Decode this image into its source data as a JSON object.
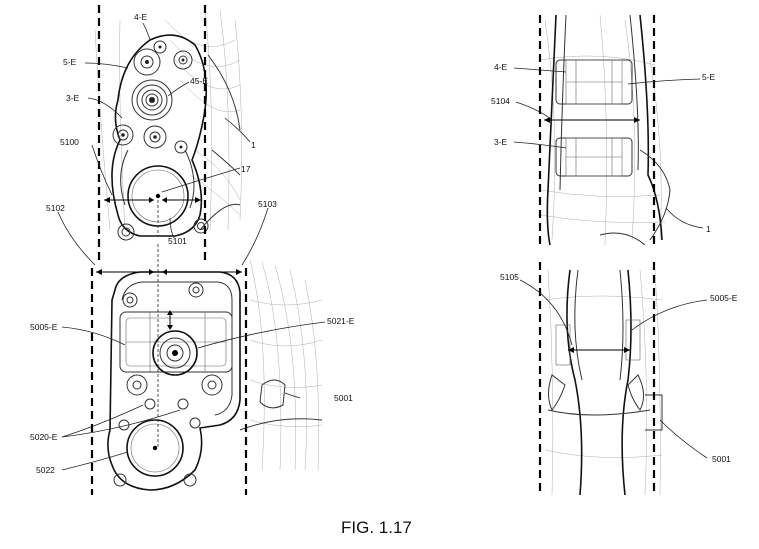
{
  "caption": "FIG. 1.17",
  "top_left_labels": {
    "l4e": "4-E",
    "l5e": "5-E",
    "l45e": "45-E",
    "l3e": "3-E",
    "l1": "1",
    "l5100": "5100",
    "l17": "17",
    "l5101": "5101"
  },
  "bottom_left_labels": {
    "l5102": "5102",
    "l5103": "5103",
    "l5005e": "5005-E",
    "l5021e": "5021-E",
    "l5001": "5001",
    "l5020e": "5020-E",
    "l5022": "5022"
  },
  "top_right_labels": {
    "l4e": "4-E",
    "l5e": "5-E",
    "l5104": "5104",
    "l3e": "3-E",
    "l1": "1"
  },
  "bottom_right_labels": {
    "l5105": "5105",
    "l5005e": "5005-E",
    "l5001": "5001"
  }
}
